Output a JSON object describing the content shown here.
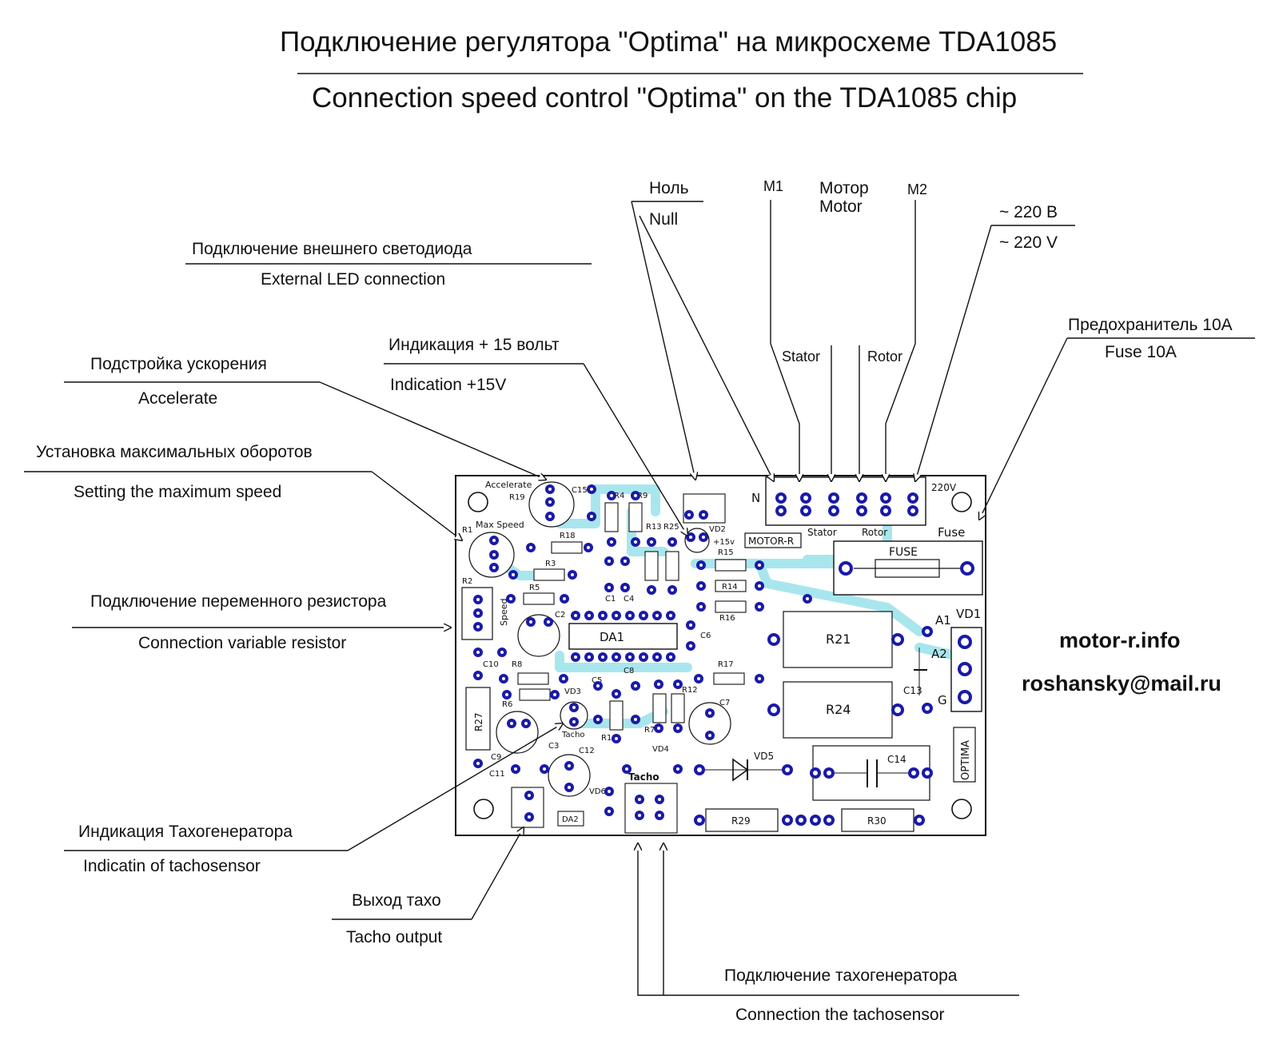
{
  "title_ru": "Подключение  регулятора \"Optima\" на микросхеме  TDA1085",
  "title_en": "Connection speed control \"Optima\" on the TDA1085 chip",
  "labels": {
    "null_ru": "Ноль",
    "null_en": "Null",
    "m1": "M1",
    "motor_ru": "Мотор",
    "motor_en": "Motor",
    "m2": "M2",
    "v220_ru": "~ 220 В",
    "v220_en": "~ 220 V",
    "stator": "Stator",
    "rotor": "Rotor",
    "ext_led_ru": "Подключение внешнего светодиода",
    "ext_led_en": "External LED connection",
    "ind15_ru": "Индикация + 15 вольт",
    "ind15_en": "Indication  +15V",
    "accel_ru": "Подстройка ускорения",
    "accel_en": "Accelerate",
    "maxspeed_ru": "Установка максимальных оборотов",
    "maxspeed_en": "Setting the maximum speed",
    "fuse_ru": "Предохранитель 10А",
    "fuse_en": "Fuse 10A",
    "varres_ru": "Подключение переменного резистора",
    "varres_en": "Connection variable resistor",
    "tacho_ind_ru": "Индикация Тахогенератора",
    "tacho_ind_en": "Indicatin of tachosensor",
    "tacho_out_ru": "Выход тахо",
    "tacho_out_en": "Tacho output",
    "tacho_conn_ru": "Подключение тахогенератора",
    "tacho_conn_en": "Connection the tachosensor"
  },
  "contacts": {
    "website": "motor-r.info",
    "email": "roshansky@mail.ru"
  },
  "pcb": {
    "n": "N",
    "v220": "220V",
    "stator": "Stator",
    "rotor": "Rotor",
    "fuse": "Fuse",
    "fuse_box": "FUSE",
    "motor_r": "MOTOR-R",
    "optima": "OPTIMA",
    "accelerate": "Accelerate",
    "max_speed": "Max Speed",
    "speed": "Speed",
    "tacho": "Tacho",
    "tacho_bold": "Tacho",
    "plus15": "+15v",
    "r1": "R1",
    "r2": "R2",
    "r3": "R3",
    "r4": "R4",
    "r5": "R5",
    "r6": "R6",
    "r7": "R7",
    "r8": "R8",
    "r9": "R9",
    "r10": "R10",
    "r12": "R12",
    "r13": "R13",
    "r14": "R14",
    "r15": "R15",
    "r16": "R16",
    "r17": "R17",
    "r18": "R18",
    "r19": "R19",
    "r21": "R21",
    "r24": "R24",
    "r25": "R25",
    "r27": "R27",
    "r29": "R29",
    "r30": "R30",
    "c1": "C1",
    "c2": "C2",
    "c3": "C3",
    "c4": "C4",
    "c5": "C5",
    "c6": "C6",
    "c7": "C7",
    "c8": "C8",
    "c9": "C9",
    "c10": "C10",
    "c11": "C11",
    "c12": "C12",
    "c13": "C13",
    "c14": "C14",
    "c15": "C15",
    "da1": "DA1",
    "da2": "DA2",
    "vd1": "VD1",
    "vd2": "VD2",
    "vd3": "VD3",
    "vd4": "VD4",
    "vd5": "VD5",
    "vd6": "VD6",
    "a1": "A1",
    "a2": "A2",
    "g": "G"
  },
  "colors": {
    "pad": "#1a1aa8",
    "trace": "#a8e6ee",
    "ink": "#111111",
    "background": "#ffffff"
  }
}
